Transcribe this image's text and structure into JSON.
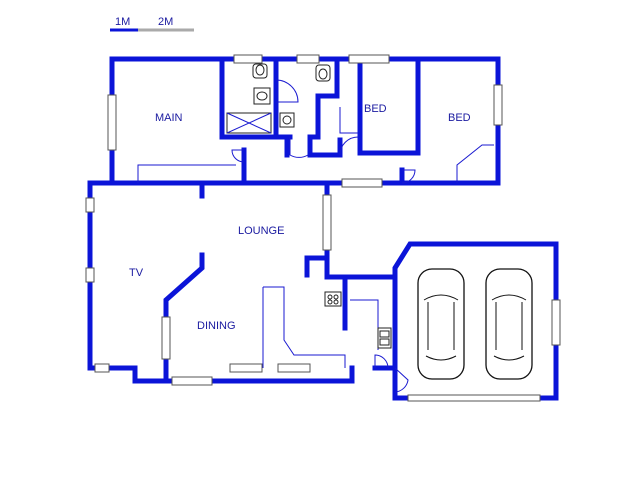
{
  "scale_bar": {
    "label_1": "1M",
    "label_2": "2M"
  },
  "rooms": {
    "main": "MAIN",
    "bed_1": "BED",
    "bed_2": "BED",
    "lounge": "LOUNGE",
    "tv": "TV",
    "dining": "DINING"
  },
  "colors": {
    "wall": "#0b14d8",
    "label": "#1a1aa0",
    "window_frame": "#555555"
  }
}
